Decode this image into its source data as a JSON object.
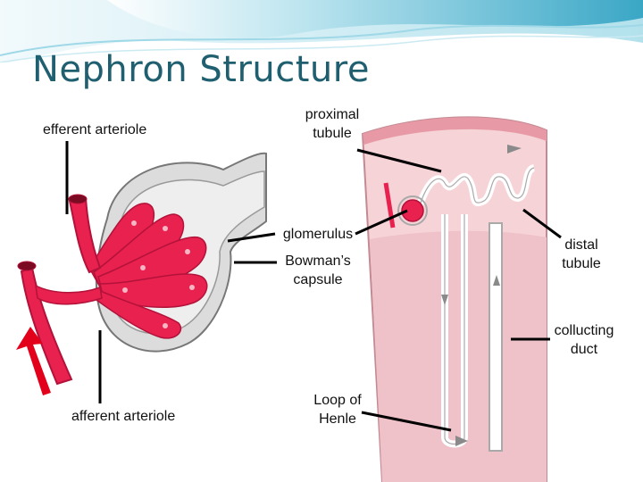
{
  "slide": {
    "title": "Nephron Structure"
  },
  "labels": {
    "efferent_arteriole": "efferent arteriole",
    "proximal_tubule_line1": "proximal",
    "proximal_tubule_line2": "tubule",
    "glomerulus": "glomerulus",
    "bowmans_capsule_line1": "Bowman’s",
    "bowmans_capsule_line2": "capsule",
    "distal_tubule_line1": "distal",
    "distal_tubule_line2": "tubule",
    "collecting_duct_line1": "collucting",
    "collecting_duct_line2": "duct",
    "afferent_arteriole": "afferent arteriole",
    "loop_of_henle_line1": "Loop of",
    "loop_of_henle_line2": "Henle"
  },
  "colors": {
    "title": "#1f5f6f",
    "banner": "#5bbfd6",
    "vessel_red": "#e8214e",
    "capsule_gray": "#c9c9c9",
    "tissue_pink": "#f3c1c7",
    "tissue_deep_pink": "#e79aa6",
    "flow_arrow_red": "#e3001b"
  }
}
